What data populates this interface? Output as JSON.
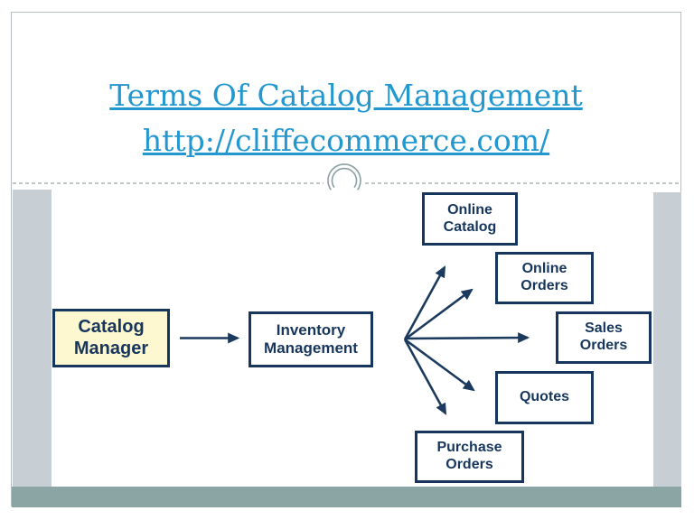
{
  "slide": {
    "title": {
      "line1": "Terms Of Catalog Management",
      "line2": "http://cliffecommerce.com/",
      "color": "#2397cf"
    },
    "ornament": {
      "circle_color": "#8ba0a2",
      "dash_color": "#98a3a4"
    },
    "frame_border_color": "#b2bec0",
    "side_bar_color": "#c7cfd4",
    "bottom_bar_color": "#8aa5a4"
  },
  "diagram": {
    "arrow_color": "#1b3a5e",
    "node_border_color": "#17365d",
    "node_text_color": "#17365d",
    "nodes": [
      {
        "id": "catalog-manager",
        "label": "Catalog\nManager",
        "fill": "#fdf8d0"
      },
      {
        "id": "inventory-management",
        "label": "Inventory\nManagement",
        "fill": "#ffffff"
      },
      {
        "id": "online-catalog",
        "label": "Online\nCatalog",
        "fill": "#ffffff"
      },
      {
        "id": "online-orders",
        "label": "Online\nOrders",
        "fill": "#ffffff"
      },
      {
        "id": "sales-orders",
        "label": "Sales\nOrders",
        "fill": "#ffffff"
      },
      {
        "id": "quotes",
        "label": "Quotes",
        "fill": "#ffffff"
      },
      {
        "id": "purchase-orders",
        "label": "Purchase\nOrders",
        "fill": "#ffffff"
      }
    ]
  }
}
